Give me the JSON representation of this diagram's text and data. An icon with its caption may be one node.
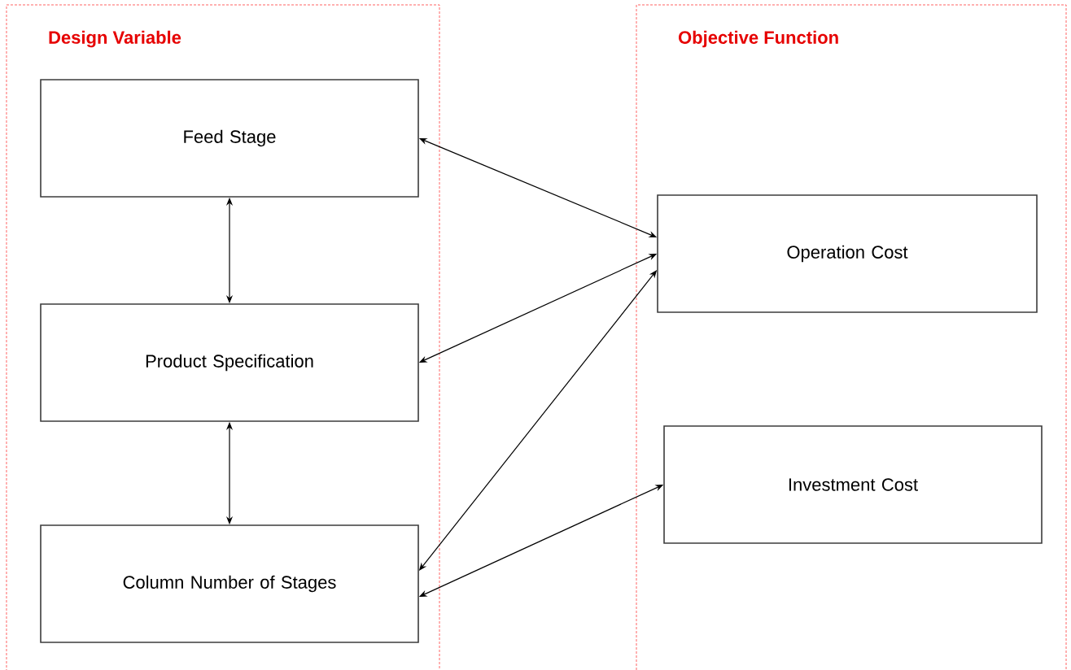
{
  "diagram": {
    "nodes": [
      {
        "text": [
          "Design Variable"
        ]
      },
      {
        "text": [
          "Feed Stage"
        ],
        "in": 0
      },
      {
        "text": [
          "Product Specification"
        ],
        "in": 0
      },
      {
        "text": [
          "Column Number of Stages"
        ],
        "in": 0
      },
      {
        "text": [
          "Objective Function"
        ]
      },
      {
        "text": [
          "Operation Cost"
        ],
        "in": 4
      },
      {
        "text": [
          "Investment Cost"
        ],
        "in": 4
      }
    ],
    "edges": [
      {
        "from": 1,
        "to": 5,
        "arrow": "both"
      },
      {
        "from": 2,
        "to": 5,
        "arrow": "both"
      },
      {
        "from": 3,
        "to": 5,
        "arrow": "both"
      },
      {
        "from": 3,
        "to": 6,
        "arrow": "both"
      },
      {
        "from": 1,
        "to": 2,
        "arrow": "both"
      },
      {
        "from": 2,
        "to": 3,
        "arrow": "both"
      }
    ]
  }
}
